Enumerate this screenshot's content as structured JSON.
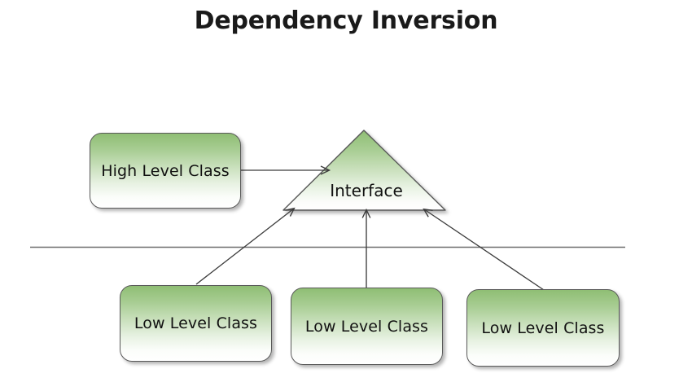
{
  "diagram": {
    "title": "Dependency Inversion",
    "background_color": "#ffffff",
    "node_fill_top": "#8fbe74",
    "node_fill_bottom": "#ffffff",
    "node_border_color": "#595959",
    "line_color": "#444444",
    "nodes": {
      "high_level": {
        "label": "High Level Class"
      },
      "interface": {
        "label": "Interface"
      },
      "low_level_1": {
        "label": "Low Level Class"
      },
      "low_level_2": {
        "label": "Low Level Class"
      },
      "low_level_3": {
        "label": "Low Level Class"
      }
    },
    "connectors": {
      "high_to_interface": "dependency-arrow",
      "low1_to_interface": "implements-arrow",
      "low2_to_interface": "implements-arrow",
      "low3_to_interface": "implements-arrow"
    },
    "separator": "layer-divider-line"
  }
}
